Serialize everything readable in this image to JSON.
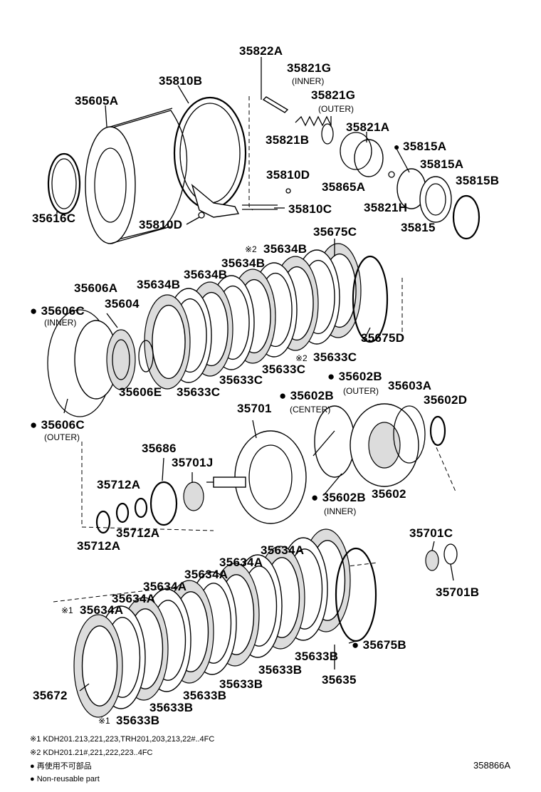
{
  "labels": {
    "p35822A": "35822A",
    "p35821G_inner": "35821G",
    "inner_1": "(INNER)",
    "p35821G_outer": "35821G",
    "outer_1": "(OUTER)",
    "p35810B": "35810B",
    "p35605A": "35605A",
    "p35821B": "35821B",
    "p35821A": "35821A",
    "p35815A_1": "35815A",
    "p35815A_2": "35815A",
    "p35815B": "35815B",
    "p35810D_1": "35810D",
    "p35865A": "35865A",
    "p35810C": "35810C",
    "p35821H": "35821H",
    "p35616C": "35616C",
    "p35810D_2": "35810D",
    "p35815": "35815",
    "p35675C": "35675C",
    "p35634B_1": "35634B",
    "mark2_1": "※2",
    "p35634B_2": "35634B",
    "p35634B_3": "35634B",
    "p35634B_4": "35634B",
    "p35606A": "35606A",
    "p35606C_inner": "35606C",
    "inner_2": "(INNER)",
    "p35604": "35604",
    "p35675D": "35675D",
    "p35633C_1": "35633C",
    "mark2_2": "※2",
    "p35633C_2": "35633C",
    "p35633C_3": "35633C",
    "p35633C_4": "35633C",
    "p35606E": "35606E",
    "p35602B_outer": "35602B",
    "outer_2": "(OUTER)",
    "p35603A": "35603A",
    "p35602B_center": "35602B",
    "center": "(CENTER)",
    "p35701": "35701",
    "p35602D": "35602D",
    "p35606C_outer": "35606C",
    "outer_3": "(OUTER)",
    "p35686": "35686",
    "p35701J": "35701J",
    "p35712A_1": "35712A",
    "p35602B_inner": "35602B",
    "inner_3": "(INNER)",
    "p35602": "35602",
    "p35712A_2": "35712A",
    "p35712A_3": "35712A",
    "p35701C": "35701C",
    "p35634A_1": "35634A",
    "p35634A_2": "35634A",
    "p35701B": "35701B",
    "p35634A_3": "35634A",
    "p35634A_4": "35634A",
    "p35634A_5": "35634A",
    "mark1_1": "※1",
    "p35634A_6": "35634A",
    "p35633B_1": "35633B",
    "p35675B": "35675B",
    "p35633B_2": "35633B",
    "p35635": "35635",
    "p35633B_3": "35633B",
    "p35672": "35672",
    "p35633B_4": "35633B",
    "p35633B_5": "35633B",
    "mark1_2": "※1",
    "p35633B_6": "35633B"
  },
  "footnotes": {
    "note1": "※1 KDH201.213,221,223,TRH201,203,213,22#..4FC",
    "note2": "※2 KDH201.21#,221,222,223..4FC",
    "note3": "● 再使用不可部品",
    "note4": "● Non-reusable part"
  },
  "catalog_number": "358866A",
  "colors": {
    "line": "#000000",
    "background": "#ffffff",
    "shade": "#dcdcdc"
  }
}
